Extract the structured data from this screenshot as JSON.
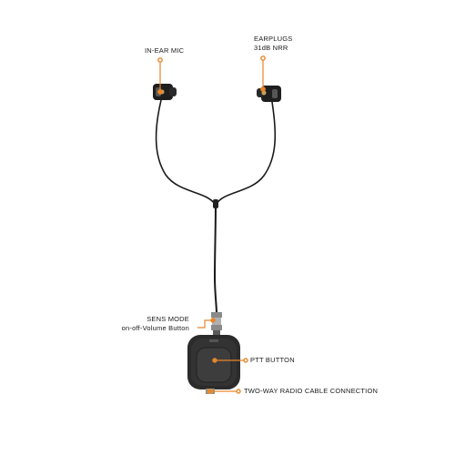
{
  "colors": {
    "accent": "#E8862A",
    "device": "#2B2B2B",
    "cable": "#1A1A1A",
    "background": "#FFFFFF"
  },
  "callouts": {
    "in_ear_mic": "IN-EAR MIC",
    "earplugs_line1": "EARPLUGS",
    "earplugs_line2": "31dB NRR",
    "sens_mode_line1": "SENS MODE",
    "sens_mode_line2": "on-off-Volume Button",
    "ptt_button": "PTT BUTTON",
    "radio_connection": "TWO-WAY RADIO CABLE CONNECTION"
  }
}
